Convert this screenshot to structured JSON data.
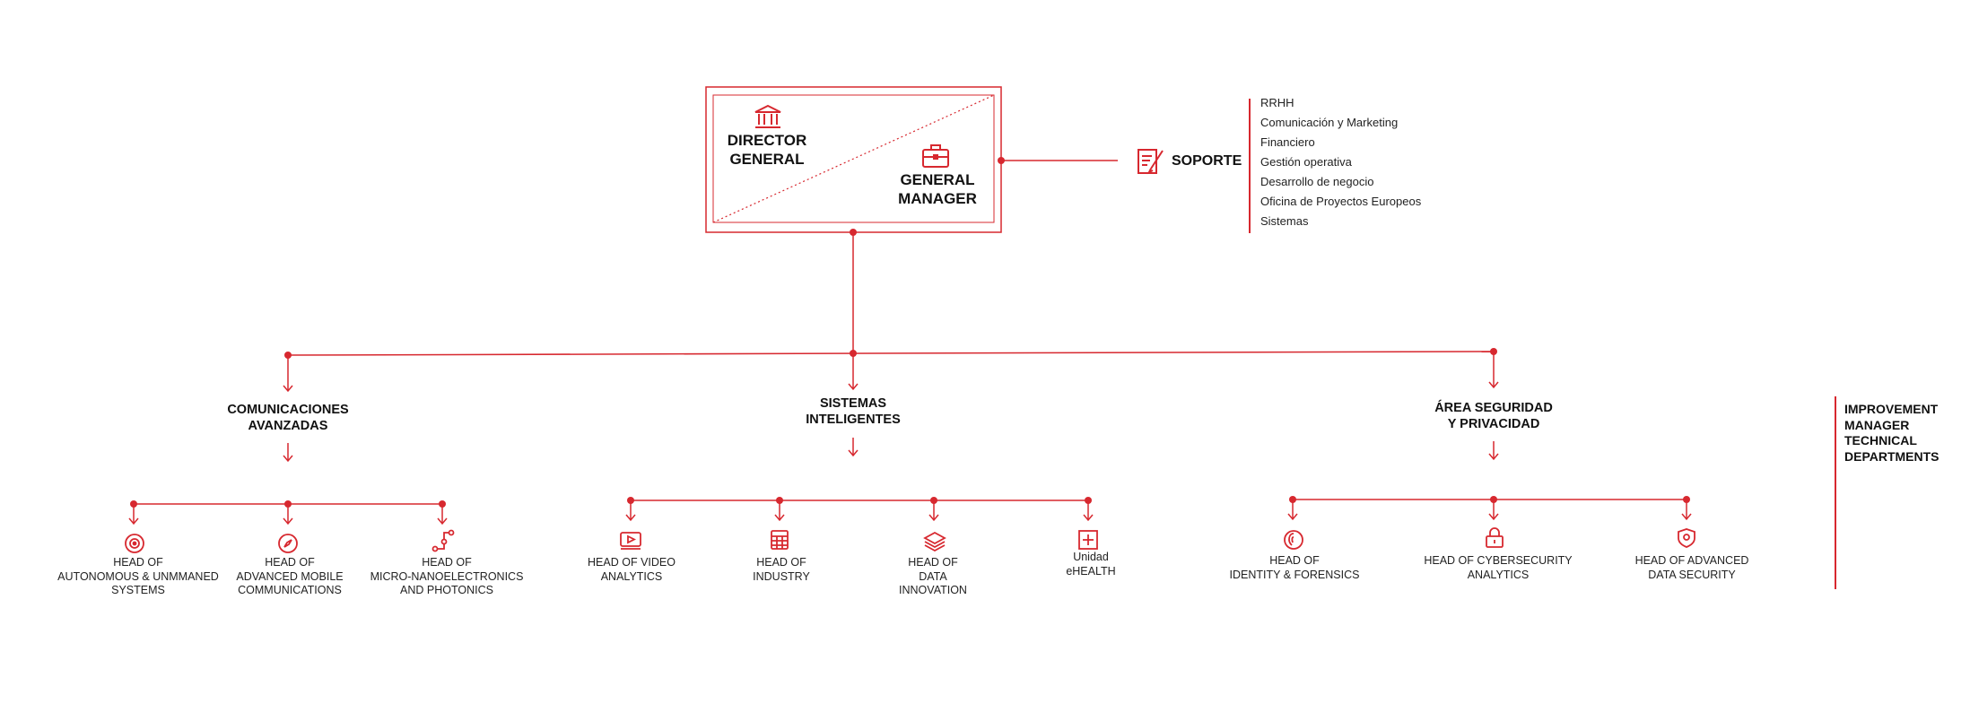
{
  "top": {
    "director_label": "DIRECTOR\nGENERAL",
    "general_manager_label": "GENERAL\nMANAGER",
    "icons": [
      "bank-icon",
      "briefcase-icon"
    ]
  },
  "support": {
    "title": "SOPORTE",
    "icon": "document-pen-icon",
    "items": [
      "RRHH",
      "Comunicación y Marketing",
      "Financiero",
      "Gestión operativa",
      "Desarrollo de negocio",
      "Oficina de Proyectos Europeos",
      "Sistemas"
    ]
  },
  "departments": [
    {
      "name": "COMUNICACIONES\nAVANZADAS",
      "heads": [
        {
          "label": "HEAD OF\nAUTONOMOUS & UNMMANED\nSYSTEMS",
          "icon": "drone-icon"
        },
        {
          "label": "HEAD OF\nADVANCED MOBILE\nCOMMUNICATIONS",
          "icon": "compass-icon"
        },
        {
          "label": "HEAD OF\nMICRO-NANOELECTRONICS\nAND PHOTONICS",
          "icon": "circuit-icon"
        }
      ]
    },
    {
      "name": "SISTEMAS\nINTELIGENTES",
      "heads": [
        {
          "label": "HEAD OF VIDEO\nANALYTICS",
          "icon": "video-icon"
        },
        {
          "label": "HEAD OF\nINDUSTRY",
          "icon": "calculator-icon"
        },
        {
          "label": "HEAD OF\nDATA\nINNOVATION",
          "icon": "layers-icon"
        },
        {
          "label": "Unidad\neHEALTH",
          "icon": "health-cross-icon"
        }
      ]
    },
    {
      "name": "ÁREA SEGURIDAD\nY PRIVACIDAD",
      "heads": [
        {
          "label": "HEAD OF\nIDENTITY & FORENSICS",
          "icon": "fingerprint-icon"
        },
        {
          "label": "HEAD OF CYBERSECURITY\nANALYTICS",
          "icon": "padlock-icon"
        },
        {
          "label": "HEAD OF ADVANCED\nDATA SECURITY",
          "icon": "shield-icon"
        }
      ]
    }
  ],
  "improvement": {
    "label": "IMPROVEMENT\nMANAGER\nTECHNICAL\nDEPARTMENTS"
  },
  "colors": {
    "accent": "#d7282f"
  }
}
